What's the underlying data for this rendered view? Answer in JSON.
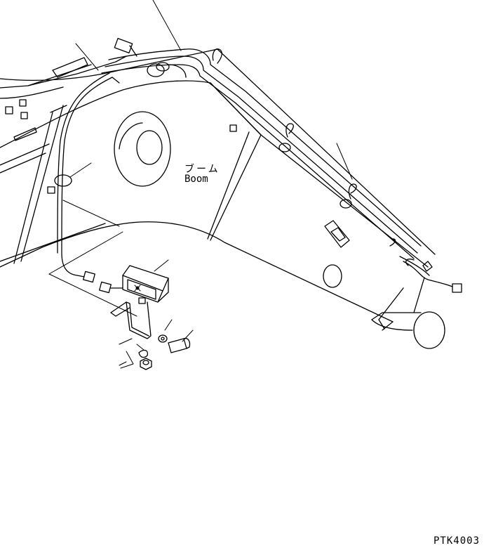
{
  "labels": {
    "boom_jp": "ブーム",
    "boom_en": "Boom",
    "drawing_code": "PTK4003"
  }
}
